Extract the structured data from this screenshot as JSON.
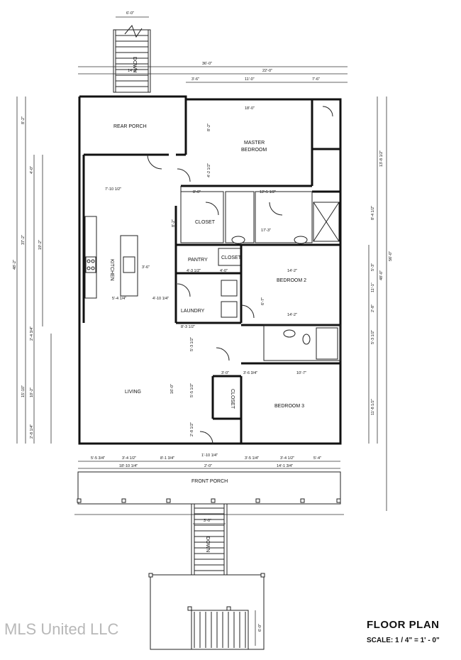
{
  "rooms": {
    "rear_porch": "REAR PORCH",
    "master_bedroom_line1": "MASTER",
    "master_bedroom_line2": "BEDROOM",
    "closet_master": "CLOSET",
    "closet_hall": "CLOSET",
    "closet_bed3": "CLOSET",
    "pantry": "PANTRY",
    "kitchen": "KITCHEN",
    "laundry": "LAUNDRY",
    "bedroom2": "BEDROOM 2",
    "bedroom3": "BEDROOM 3",
    "living": "LIVING",
    "front_porch": "FRONT PORCH",
    "down_top": "DOWN",
    "down_bottom": "DOWN"
  },
  "dimensions": {
    "stair_top_width": "6'-0\"",
    "overall_width": "36'-0\"",
    "rear_porch_width": "14'-0\"",
    "master_wing_width": "22'-0\"",
    "d_3_6": "3'-6\"",
    "d_11_0": "11'-0\"",
    "d_7_6": "7'-6\"",
    "master_width": "18'-0\"",
    "closet_row": "12'-5 1/2\"",
    "closet_w": "8'-0\"",
    "bath_w": "17'-3\"",
    "kitchen_depth": "7'-10 1/2\"",
    "pantry_w": "4'-3 1/2\"",
    "closet2_w": "4'-0\"",
    "bed2_w": "14'-2\"",
    "bed2_w2": "14'-2\"",
    "island": "3'-6\"",
    "kitchen_w": "5'-4 1/4\"",
    "hall_w": "4'-10 1/4\"",
    "laundry_w": "8'-3 1/2\"",
    "bed3_w": "10'-7\"",
    "d_3_0": "3'-0\"",
    "d_3_6_3_4": "3'-6 3/4\"",
    "living_depth": "16'-0\"",
    "bot_1": "5'-5 3/4\"",
    "bot_2": "3'-4 1/2\"",
    "bot_3": "8'-1 3/4\"",
    "bot_4": "3'-5 1/4\"",
    "bot_5": "3'-4 1/2\"",
    "bot_6": "5'-4\"",
    "bot_door": "1'-10 1/4\"",
    "bot_row2_1": "18'-10 1/4\"",
    "bot_row2_2": "2'-0\"",
    "bot_row2_3": "14'-1 3/4\"",
    "front_stair_width": "3'-0\"",
    "landing": "6'-0\"",
    "left_total": "48'-2\"",
    "left_house": "37'-2\"",
    "left_porch": "8'-2\"",
    "left_a": "4'-0\"",
    "left_b": "19'-2\"",
    "left_c": "2'-4 3/4\"",
    "left_d": "15'-10\"",
    "left_e": "10'-2\"",
    "left_f": "2'-8 1/4\"",
    "right_total": "56'-0\"",
    "right_house": "48'-0\"",
    "right_porch": "13'-8 1/2\"",
    "right_a": "8'-4 1/2\"",
    "right_b": "11'-1\"",
    "right_c": "11'-8 1/2\"",
    "right_d": "5'-3\"",
    "right_e": "2'-8\"",
    "right_f": "5'-3 1/2\"",
    "mid_a": "8'-2\"",
    "mid_b": "4'-2 1/2\"",
    "mid_c": "8'-2\"",
    "mid_d": "5'-3 1/2\"",
    "mid_e": "5'-5 1/2\"",
    "mid_f": "2'-8 1/2\"",
    "mid_g": "6'-7\""
  },
  "title": "FLOOR PLAN",
  "scale": "SCALE:  1 / 4\"  =  1' - 0\"",
  "watermark": "MLS United LLC"
}
